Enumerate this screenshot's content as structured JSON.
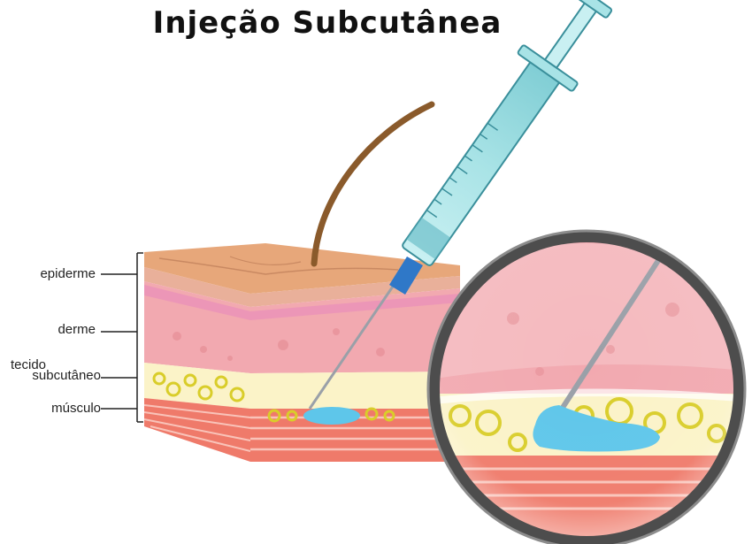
{
  "title": "Injeção Subcutânea",
  "labels": {
    "epiderme": "epiderme",
    "derme": "derme",
    "tecido_line1": "tecido",
    "tecido_line2": "subcutâneo",
    "musculo": "músculo"
  },
  "colors": {
    "epidermis": "#e7a77a",
    "dermis": "#f2a9b0",
    "dermis_light": "#f7c7c9",
    "fat": "#fbf3c8",
    "fat_ring": "#d9cd2a",
    "muscle": "#ef7a6a",
    "muscle_stripe": "#f9c3b9",
    "hair": "#8a5a2b",
    "syringe_body": "#a8e3e6",
    "syringe_outline": "#3a8f9b",
    "needle_hub": "#2f78c8",
    "fluid": "#5ec6ea",
    "lens_rim": "#4d4d4d"
  }
}
